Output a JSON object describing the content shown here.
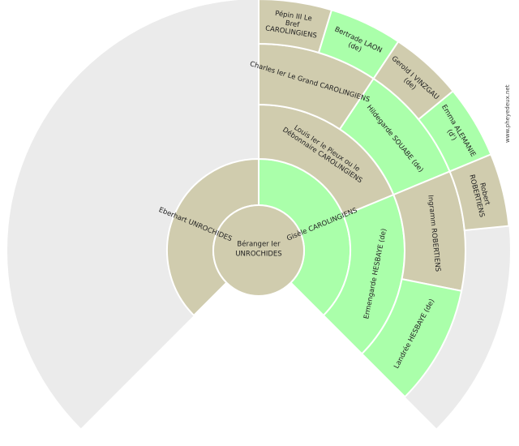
{
  "watermark": "www.pheyedeux.net",
  "colors": {
    "background_ring": "#ebebeb",
    "male": "#d0ccae",
    "female": "#aaffaa",
    "stroke": "#ffffff"
  },
  "center": {
    "line1": "Béranger Ier",
    "line2": "UNROCHIDES",
    "sex": "male"
  },
  "generations": [
    [
      {
        "lines": [
          "Eberhart UNROCHIDES"
        ],
        "sex": "male"
      },
      {
        "lines": [
          "Gisèle CAROLINGIENS"
        ],
        "sex": "female"
      }
    ],
    [
      {
        "lines": [
          "Louis Ier le Pieux ou le",
          "Débonnaire CAROLINGIENS"
        ],
        "sex": "male"
      },
      {
        "lines": [
          "Ermengarde HESBAYE (de)"
        ],
        "sex": "female"
      }
    ],
    [
      {
        "lines": [
          "Charles Ier Le Grand CAROLINGIENS"
        ],
        "sex": "male"
      },
      {
        "lines": [
          "Hildegarde SOUABE (de)"
        ],
        "sex": "female"
      },
      {
        "lines": [
          "Ingramm ROBERTIENS"
        ],
        "sex": "male"
      },
      {
        "lines": [
          "Landrée HESBAYE (de)"
        ],
        "sex": "female"
      }
    ],
    [
      {
        "lines": [
          "Pépin III Le",
          "Bref",
          "CAROLINGIENS"
        ],
        "sex": "male"
      },
      {
        "lines": [
          "Bertrade LAON",
          "(de)"
        ],
        "sex": "female"
      },
      {
        "lines": [
          "Gerold I VINZGAU",
          "(de)"
        ],
        "sex": "male"
      },
      {
        "lines": [
          "Emma ALEMANIE",
          "(d')"
        ],
        "sex": "female"
      },
      {
        "lines": [
          "Robert",
          "ROBERTIENS"
        ],
        "sex": "male"
      }
    ]
  ]
}
